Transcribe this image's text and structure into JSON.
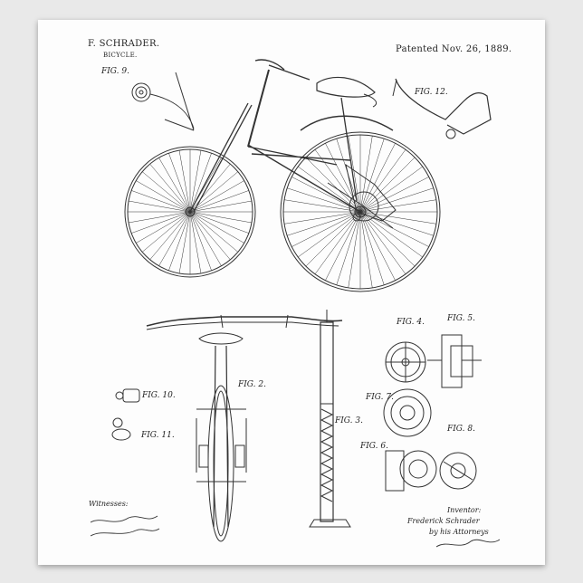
{
  "header": {
    "inventor_name": "F. SCHRADER.",
    "invention": "BICYCLE.",
    "patent_date": "Patented Nov. 26, 1889."
  },
  "figures": {
    "fig9": "FIG. 9.",
    "fig12": "FIG. 12.",
    "fig2": "FIG. 2.",
    "fig3": "FIG. 3.",
    "fig4": "FIG. 4.",
    "fig5": "FIG. 5.",
    "fig6": "FIG. 6.",
    "fig7": "FIG. 7.",
    "fig8": "FIG. 8.",
    "fig10": "FIG. 10.",
    "fig11": "FIG. 11."
  },
  "signatures": {
    "witnesses_label": "Witnesses:",
    "inventor_label": "Inventor:",
    "inventor_signature": "Frederick Schrader",
    "attorneys_label": "by his Attorneys"
  }
}
